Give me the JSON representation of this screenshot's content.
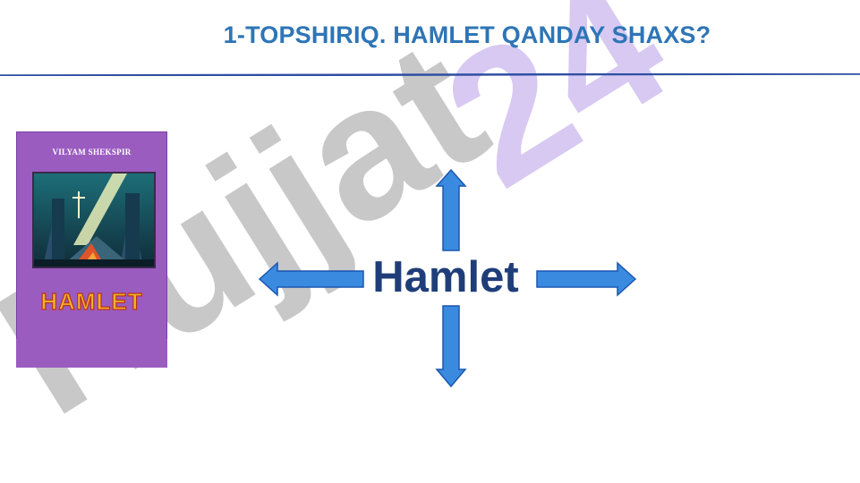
{
  "slide": {
    "title": "1-TOPSHIRIQ. HAMLET QANDAY SHAXS?",
    "center_word": "Hamlet",
    "rule_color": "#2f4fa3",
    "title_color": "#2e75b6",
    "arrow_color": "#3a8be0",
    "arrow_outline": "#1a56b0"
  },
  "book": {
    "author": "VILYAM SHEKSPIR",
    "title": "HAMLET",
    "cover_color": "#9b5cc0"
  },
  "watermark": {
    "text_line1": "Hujjat",
    "text_line2": "24",
    "color_gray": "#c8c8c8",
    "color_purple": "#d7c9f2"
  },
  "arrows": [
    {
      "name": "arrow-up-icon",
      "direction": "up"
    },
    {
      "name": "arrow-down-icon",
      "direction": "down"
    },
    {
      "name": "arrow-left-icon",
      "direction": "left"
    },
    {
      "name": "arrow-right-icon",
      "direction": "right"
    }
  ]
}
